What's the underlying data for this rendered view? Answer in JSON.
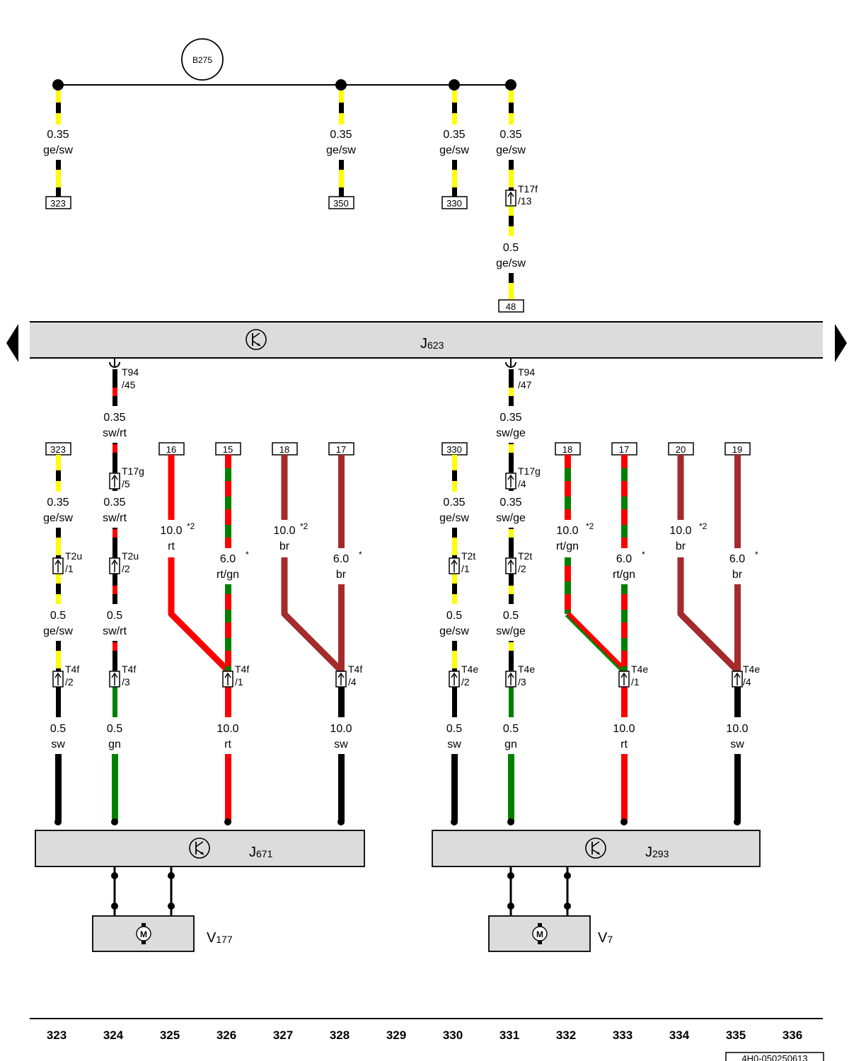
{
  "components": {
    "b275": "B275",
    "j623": {
      "letter": "J",
      "number": "623"
    },
    "j671": {
      "letter": "J",
      "number": "671"
    },
    "j293": {
      "letter": "J",
      "number": "293"
    },
    "v177": {
      "letter": "V",
      "number": "177"
    },
    "v7": {
      "letter": "V",
      "number": "7"
    },
    "motor_symbol": "M"
  },
  "top_wires": [
    {
      "id": "w323",
      "size": "0.35",
      "color": "ge/sw",
      "ref": "323"
    },
    {
      "id": "w350",
      "size": "0.35",
      "color": "ge/sw",
      "ref": "350"
    },
    {
      "id": "w330",
      "size": "0.35",
      "color": "ge/sw",
      "ref": "330"
    },
    {
      "id": "w48a",
      "size": "0.35",
      "color": "ge/sw"
    },
    {
      "id": "w48b",
      "size": "0.5",
      "color": "ge/sw",
      "ref": "48"
    }
  ],
  "connectors": {
    "t17f": {
      "name": "T17f",
      "pin": "/13"
    },
    "t94_45": {
      "name": "T94",
      "pin": "/45"
    },
    "t94_47": {
      "name": "T94",
      "pin": "/47"
    },
    "t17g_5": {
      "name": "T17g",
      "pin": "/5"
    },
    "t17g_4": {
      "name": "T17g",
      "pin": "/4"
    },
    "t2u_1": {
      "name": "T2u",
      "pin": "/1"
    },
    "t2u_2": {
      "name": "T2u",
      "pin": "/2"
    },
    "t2t_1": {
      "name": "T2t",
      "pin": "/1"
    },
    "t2t_2": {
      "name": "T2t",
      "pin": "/2"
    },
    "t4f_2": {
      "name": "T4f",
      "pin": "/2"
    },
    "t4f_3": {
      "name": "T4f",
      "pin": "/3"
    },
    "t4f_1": {
      "name": "T4f",
      "pin": "/1"
    },
    "t4f_4": {
      "name": "T4f",
      "pin": "/4"
    },
    "t4e_2": {
      "name": "T4e",
      "pin": "/2"
    },
    "t4e_3": {
      "name": "T4e",
      "pin": "/3"
    },
    "t4e_1": {
      "name": "T4e",
      "pin": "/1"
    },
    "t4e_4": {
      "name": "T4e",
      "pin": "/4"
    }
  },
  "lower_left": {
    "ref323": "323",
    "a1": {
      "size": "0.35",
      "color": "sw/rt"
    },
    "a2": {
      "size": "0.35",
      "color": "ge/sw"
    },
    "a3": {
      "size": "0.35",
      "color": "sw/rt"
    },
    "a4": {
      "size": "0.5",
      "color": "ge/sw"
    },
    "a5": {
      "size": "0.5",
      "color": "sw/rt"
    },
    "refs": [
      "16",
      "15",
      "18",
      "17"
    ],
    "d16": {
      "size": "10.0",
      "color": "rt",
      "note": "*2"
    },
    "d15": {
      "size": "6.0",
      "color": "rt/gn",
      "note": "*"
    },
    "d18": {
      "size": "10.0",
      "color": "br",
      "note": "*2"
    },
    "d17": {
      "size": "6.0",
      "color": "br",
      "note": "*"
    },
    "b1": {
      "size": "0.5",
      "color": "sw"
    },
    "b2": {
      "size": "0.5",
      "color": "gn"
    },
    "b3": {
      "size": "10.0",
      "color": "rt"
    },
    "b4": {
      "size": "10.0",
      "color": "sw"
    }
  },
  "lower_right": {
    "ref330": "330",
    "a1": {
      "size": "0.35",
      "color": "sw/ge"
    },
    "a2": {
      "size": "0.35",
      "color": "ge/sw"
    },
    "a3": {
      "size": "0.35",
      "color": "sw/ge"
    },
    "a4": {
      "size": "0.5",
      "color": "ge/sw"
    },
    "a5": {
      "size": "0.5",
      "color": "sw/ge"
    },
    "refs": [
      "18",
      "17",
      "20",
      "19"
    ],
    "d18": {
      "size": "10.0",
      "color": "rt/gn",
      "note": "*2"
    },
    "d17": {
      "size": "6.0",
      "color": "rt/gn",
      "note": "*"
    },
    "d20": {
      "size": "10.0",
      "color": "br",
      "note": "*2"
    },
    "d19": {
      "size": "6.0",
      "color": "br",
      "note": "*"
    },
    "b1": {
      "size": "0.5",
      "color": "sw"
    },
    "b2": {
      "size": "0.5",
      "color": "gn"
    },
    "b3": {
      "size": "10.0",
      "color": "rt"
    },
    "b4": {
      "size": "10.0",
      "color": "sw"
    }
  },
  "column_numbers": [
    "323",
    "324",
    "325",
    "326",
    "327",
    "328",
    "329",
    "330",
    "331",
    "332",
    "333",
    "334",
    "335",
    "336"
  ],
  "drawing_id": "4H0-050250613",
  "wire_colors": {
    "yellow": "#ffff00",
    "black": "#000000",
    "red": "#ff0000",
    "green": "#008000",
    "brown": "#a52a2a",
    "module_fill": "#dcdcdc"
  }
}
